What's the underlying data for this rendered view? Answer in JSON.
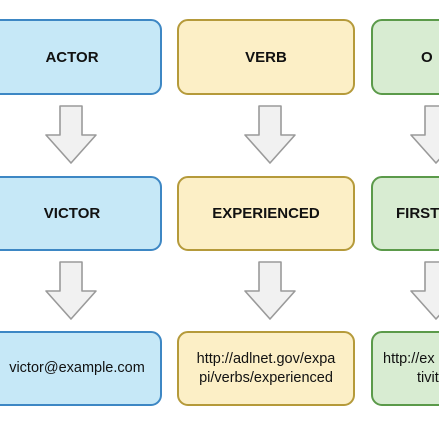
{
  "diagram": {
    "columns": [
      {
        "label": "ACTOR",
        "value": "VICTOR",
        "id_lines": [
          "victor@example.com"
        ],
        "color": "blue"
      },
      {
        "label": "VERB",
        "value": "EXPERIENCED",
        "id_lines": [
          "http://adlnet.gov/expa",
          "pi/verbs/experienced"
        ],
        "color": "yellow"
      },
      {
        "label": "O",
        "value": "FIRST",
        "id_lines": [
          "http://ex",
          "tivities."
        ],
        "color": "green"
      }
    ]
  },
  "colors": {
    "blue_fill": "#c6e8f7",
    "blue_border": "#3d87c4",
    "yellow_fill": "#fcefc6",
    "yellow_border": "#b59a3a",
    "green_fill": "#d8ecd2",
    "green_border": "#5b9a4a",
    "arrow_fill": "#f1f1f1",
    "arrow_border": "#9a9a9a"
  },
  "icons": {
    "connector": "down-arrow-icon"
  }
}
